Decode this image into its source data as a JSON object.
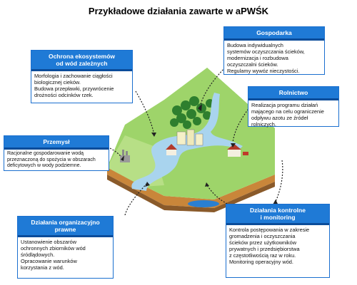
{
  "title": "Przykładowe działania zawarte w aPWŚK",
  "boxes": {
    "gospodarka": {
      "header": "Gospodarka",
      "lines": [
        "Budowa  indywidualnych\nsystemów oczyszczania ścieków,\nmodernizacja i rozbudowa\noczyszczalni ścieków.",
        "Regulamy wywóz nieczystości."
      ]
    },
    "ochrona": {
      "header": "Ochrona ekosystemów\nod wód zależnych",
      "lines": [
        "Morfologia i zachowanie ciągłości\nbiologicznej cieków.",
        "Budowa przepławki, przywrócenie\ndrożności odcinków rzek."
      ]
    },
    "rolnictwo": {
      "header": "Rolnictwo",
      "lines": [
        "Realizacja programu działań\nmającego na celu ograniczenie\nodpływu azotu ze źródeł\nrolniczych."
      ]
    },
    "przemysl": {
      "header": "Przemysł",
      "lines": [
        "Racjonalne gospodarowanie wodą\nprzeznaczoną do  spożycia w obszarach\ndeficytowych w wody podziemne."
      ]
    },
    "organizacyjne": {
      "header": "Działania organizacyjno\nprawne",
      "lines": [
        "Ustanowienie obszarów\nochronnych zbiorników wód\nśródlądowych.",
        "Opracowanie warunków\nkorzystania z wód."
      ]
    },
    "kontrolne": {
      "header": "Działania kontrolne\ni monitoring",
      "lines": [
        "Kontrola postępowania w zakresie\ngromadzenia i oczyszczania\nścieków przez użytkowników\nprywatnych i przedsiębiorstwa\n z częstotliwością raz w roku.",
        "Monitoring operacyjny wód."
      ]
    }
  },
  "colors": {
    "box_header": "#1f7ad6",
    "box_border": "#1a6fcf",
    "hill": "#7fc65a",
    "water": "#a9d4ee",
    "soil": "#c9863a"
  }
}
